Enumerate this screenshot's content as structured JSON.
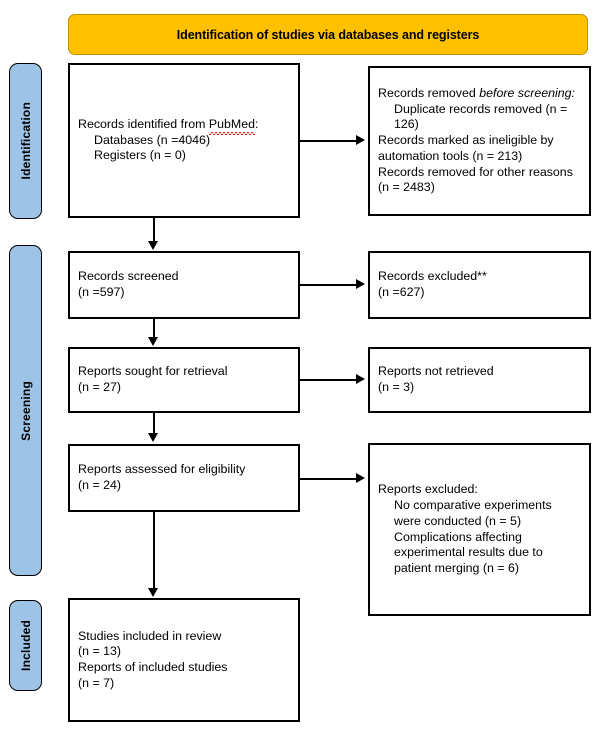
{
  "header": {
    "title": "Identification of studies via databases and registers",
    "background_color": "#FFC000",
    "border_color": "#BF9000"
  },
  "stages": {
    "accent_color": "#9DC3E6",
    "identification": "Identification",
    "screening": "Screening",
    "included": "Included"
  },
  "boxes": {
    "identified": {
      "line1_prefix": "Records identified from ",
      "line1_term": "PubMed",
      "line1_suffix": ":",
      "line2": "Databases (n =4046)",
      "line3": "Registers (n = 0)"
    },
    "removed": {
      "line1_prefix": "Records removed ",
      "line1_italic": "before screening",
      "line1_suffix": ":",
      "line2": "Duplicate records removed (n = 126)",
      "line3": "Records marked as ineligible by automation tools (n = 213)",
      "line4": "Records removed for other reasons (n = 2483)"
    },
    "screened": {
      "line1": "Records screened",
      "line2": "(n =597)"
    },
    "excluded_records": {
      "line1": "Records excluded**",
      "line2": "(n =627)"
    },
    "sought": {
      "line1": "Reports sought for retrieval",
      "line2": "(n = 27)"
    },
    "not_retrieved": {
      "line1": "Reports not retrieved",
      "line2": "(n = 3)"
    },
    "assessed": {
      "line1": "Reports assessed for eligibility",
      "line2": "(n = 24)"
    },
    "excluded_reports": {
      "line1": "Reports excluded:",
      "line2": "No comparative experiments were conducted (n = 5)",
      "line3": "Complications affecting experimental results due to patient merging (n = 6)"
    },
    "included": {
      "line1": "Studies included in review",
      "line2": "(n = 13)",
      "line3": "Reports of included studies",
      "line4": "(n = 7)"
    }
  },
  "chart_data": {
    "type": "diagram",
    "title": "Identification of studies via databases and registers",
    "nodes": [
      {
        "id": "identified",
        "stage": "Identification",
        "column": "left",
        "label": "Records identified from PubMed: Databases (n =4046); Registers (n = 0)",
        "values": {
          "databases": 4046,
          "registers": 0
        }
      },
      {
        "id": "removed",
        "stage": "Identification",
        "column": "right",
        "label": "Records removed before screening",
        "values": {
          "duplicate_records_removed": 126,
          "marked_ineligible_by_automation_tools": 213,
          "removed_for_other_reasons": 2483
        }
      },
      {
        "id": "screened",
        "stage": "Screening",
        "column": "left",
        "label": "Records screened",
        "values": {
          "n": 597
        }
      },
      {
        "id": "excluded_records",
        "stage": "Screening",
        "column": "right",
        "label": "Records excluded**",
        "values": {
          "n": 627
        }
      },
      {
        "id": "sought",
        "stage": "Screening",
        "column": "left",
        "label": "Reports sought for retrieval",
        "values": {
          "n": 27
        }
      },
      {
        "id": "not_retrieved",
        "stage": "Screening",
        "column": "right",
        "label": "Reports not retrieved",
        "values": {
          "n": 3
        }
      },
      {
        "id": "assessed",
        "stage": "Screening",
        "column": "left",
        "label": "Reports assessed for eligibility",
        "values": {
          "n": 24
        }
      },
      {
        "id": "excluded_reports",
        "stage": "Screening",
        "column": "right",
        "label": "Reports excluded",
        "values": {
          "no_comparative_experiments": 5,
          "complications_patient_merging": 6
        }
      },
      {
        "id": "included",
        "stage": "Included",
        "column": "left",
        "label": "Studies included in review / Reports of included studies",
        "values": {
          "studies": 13,
          "reports": 7
        }
      }
    ],
    "edges": [
      {
        "from": "identified",
        "to": "removed",
        "direction": "right"
      },
      {
        "from": "identified",
        "to": "screened",
        "direction": "down"
      },
      {
        "from": "screened",
        "to": "excluded_records",
        "direction": "right"
      },
      {
        "from": "screened",
        "to": "sought",
        "direction": "down"
      },
      {
        "from": "sought",
        "to": "not_retrieved",
        "direction": "right"
      },
      {
        "from": "sought",
        "to": "assessed",
        "direction": "down"
      },
      {
        "from": "assessed",
        "to": "excluded_reports",
        "direction": "right"
      },
      {
        "from": "assessed",
        "to": "included",
        "direction": "down"
      }
    ]
  }
}
